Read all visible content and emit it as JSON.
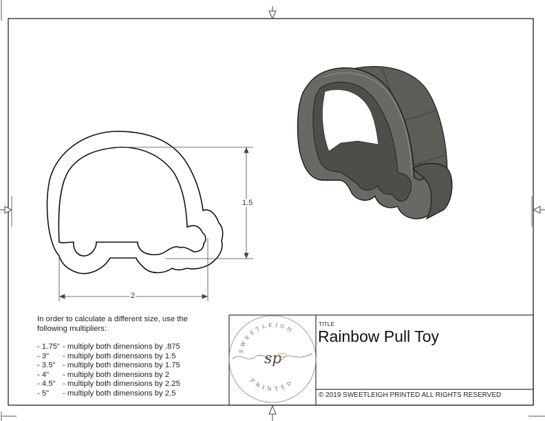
{
  "drawing": {
    "title_label": "TITLE",
    "title": "Rainbow Pull Toy",
    "copyright": "© 2019  SWEETLEIGH PRINTED  ALL RIGHTS RESERVED"
  },
  "logo": {
    "top_text": "SWEETLEIGH",
    "bottom_text": "PRINTED",
    "monogram": "sp",
    "heart_color": "#e8c9a0"
  },
  "dimensions": {
    "height": "1.5",
    "width": "2"
  },
  "notes": {
    "intro": "In order to calculate a different size, use the following multipliers:",
    "multipliers": [
      {
        "size": "- 1.75\"",
        "text": "- multiply both dimensions by .875"
      },
      {
        "size": "- 3\"",
        "text": "- multiply both dimensions by 1.5"
      },
      {
        "size": "- 3.5\"",
        "text": "- multiply both dimensions by 1.75"
      },
      {
        "size": "- 4\"",
        "text": "- multiply both dimensions by 2"
      },
      {
        "size": "- 4.5\"",
        "text": "- multiply both dimensions by 2.25"
      },
      {
        "size": "- 5\"",
        "text": "- multiply both dimensions by 2.5"
      }
    ]
  },
  "render": {
    "model_color": "#5e5c56",
    "model_highlight": "#8a8882",
    "model_dark": "#3f3d39",
    "line_color": "#111111",
    "border_color": "#333333"
  }
}
